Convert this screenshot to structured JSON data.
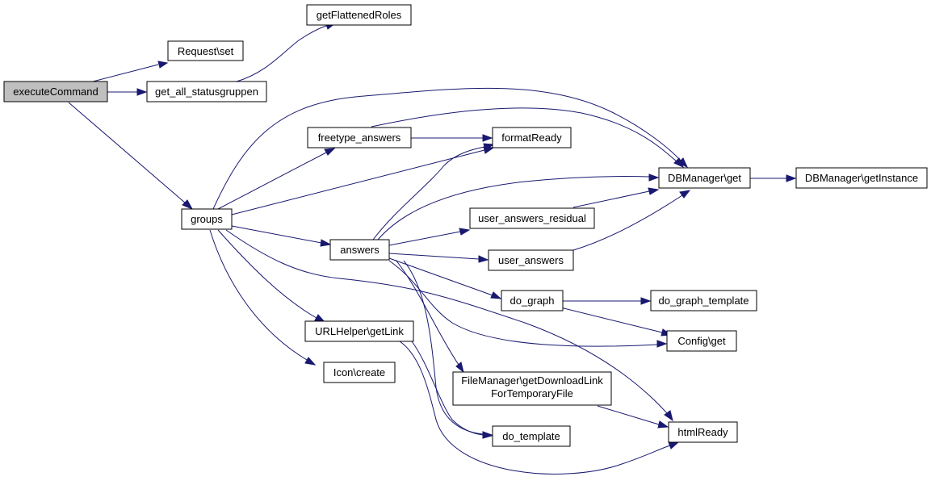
{
  "nodes": {
    "executeCommand": "executeCommand",
    "request_set": "Request\\set",
    "get_all_statusgruppen": "get_all_statusgruppen",
    "getFlattenedRoles": "getFlattenedRoles",
    "groups": "groups",
    "freetype_answers": "freetype_answers",
    "formatReady": "formatReady",
    "dbmanager_get": "DBManager\\get",
    "dbmanager_getInstance": "DBManager\\getInstance",
    "answers": "answers",
    "user_answers_residual": "user_answers_residual",
    "user_answers": "user_answers",
    "do_graph": "do_graph",
    "do_graph_template": "do_graph_template",
    "config_get": "Config\\get",
    "urlhelper_getLink": "URLHelper\\getLink",
    "icon_create": "Icon\\create",
    "filemanager_line1": "FileManager\\getDownloadLink",
    "filemanager_line2": "ForTemporaryFile",
    "do_template": "do_template",
    "htmlReady": "htmlReady"
  }
}
